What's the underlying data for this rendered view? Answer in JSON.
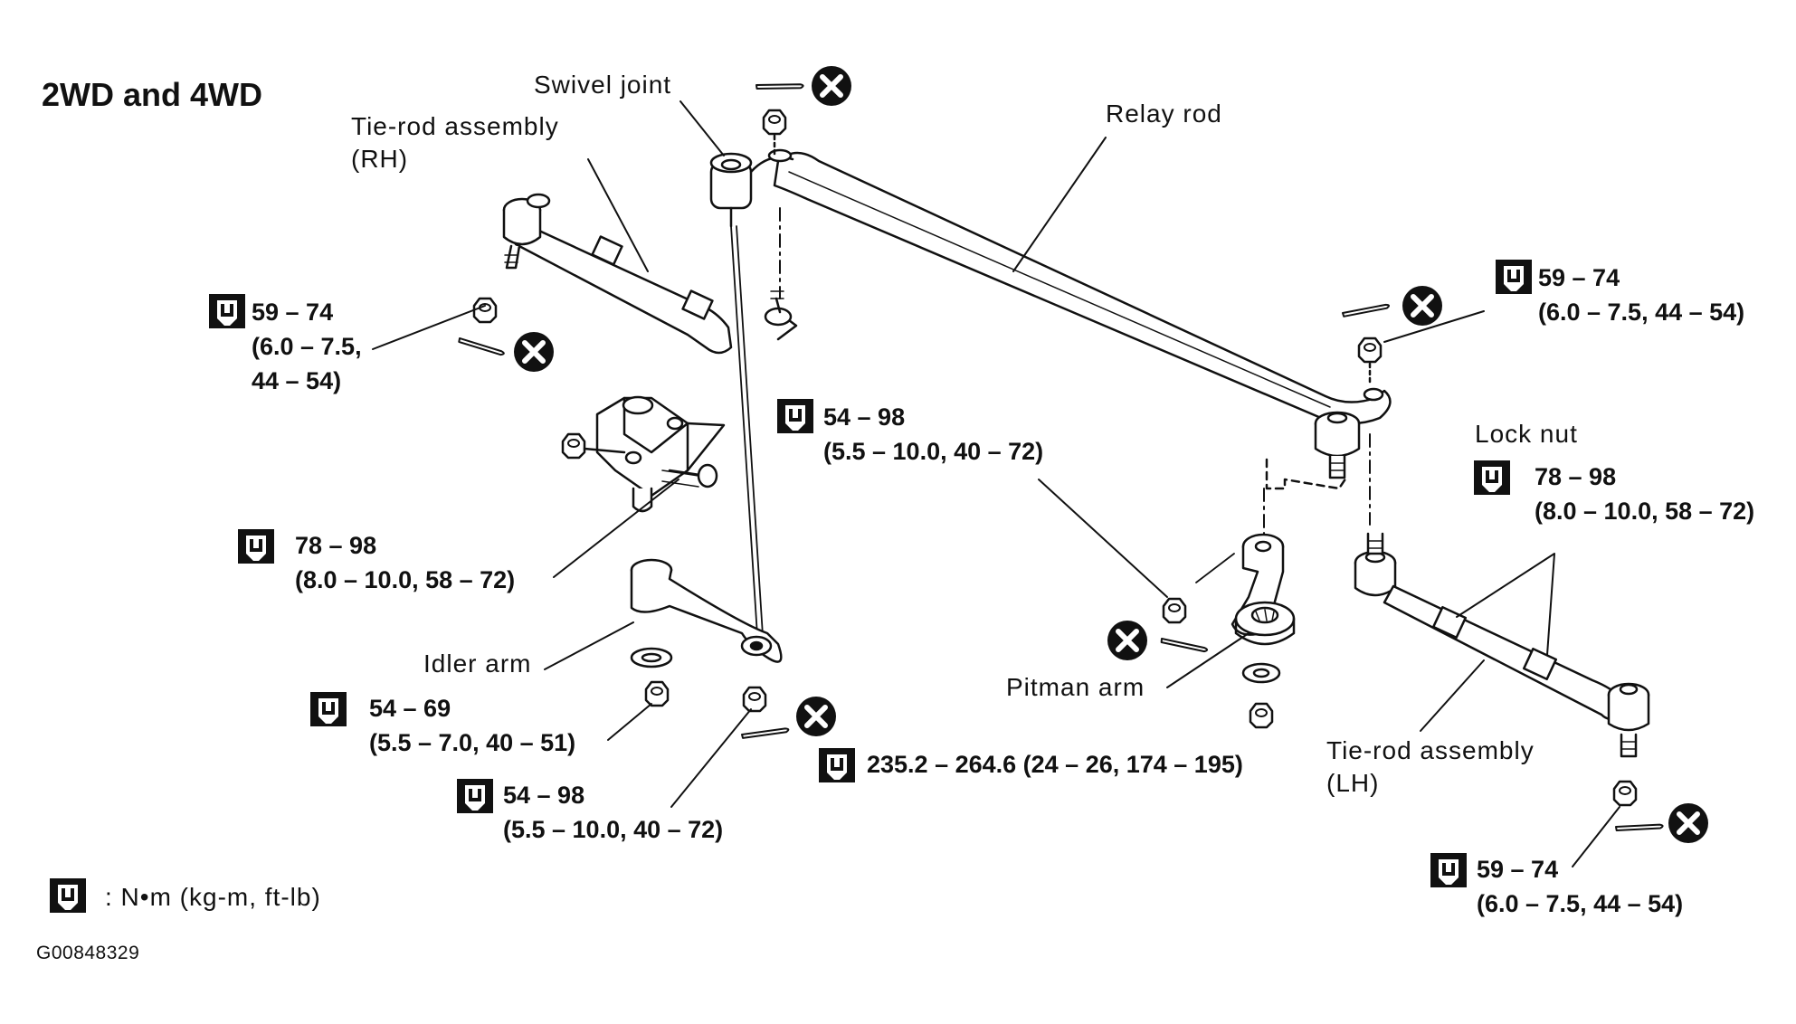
{
  "title": "2WD and 4WD",
  "figure_code": "G00848329",
  "legend": {
    "text": ": N•m (kg-m, ft-lb)",
    "icon": "torque-wrench-icon"
  },
  "labels": {
    "swivel_joint": "Swivel joint",
    "relay_rod": "Relay rod",
    "tie_rod_rh_line1": "Tie-rod assembly",
    "tie_rod_rh_line2": "(RH)",
    "tie_rod_lh_line1": "Tie-rod assembly",
    "tie_rod_lh_line2": "(LH)",
    "lock_nut": "Lock nut",
    "idler_arm": "Idler arm",
    "pitman_arm": "Pitman arm"
  },
  "torque_specs": {
    "tie_rod_rh_end": {
      "line1": "59 – 74",
      "line2": "(6.0 – 7.5,",
      "line3": "44 – 54)"
    },
    "relay_rod_lh_end": {
      "line1": "59 – 74",
      "line2": "(6.0 – 7.5, 44 – 54)"
    },
    "relay_rod_pitman_nut": {
      "line1": "54 – 98",
      "line2": "(5.5 – 10.0, 40 – 72)"
    },
    "idler_bracket_bolt": {
      "line1": "78 – 98",
      "line2": "(8.0 – 10.0, 58 – 72)"
    },
    "lock_nut": {
      "line1": "78 – 98",
      "line2": "(8.0 – 10.0, 58 – 72)"
    },
    "idler_arm_nut": {
      "line1": "54 – 69",
      "line2": "(5.5 – 7.0, 40 – 51)"
    },
    "idler_relay_nut": {
      "line1": "54 – 98",
      "line2": "(5.5 – 10.0, 40 – 72)"
    },
    "pitman_arm_nut": {
      "line1": "235.2 – 264.6 (24 – 26, 174 – 195)"
    },
    "tie_rod_lh_end": {
      "line1": "59 – 74",
      "line2": "(6.0 – 7.5, 44 – 54)"
    }
  },
  "icons": [
    "torque-wrench-icon",
    "do-not-reuse-icon",
    "cotter-pin-icon",
    "castle-nut-icon"
  ]
}
